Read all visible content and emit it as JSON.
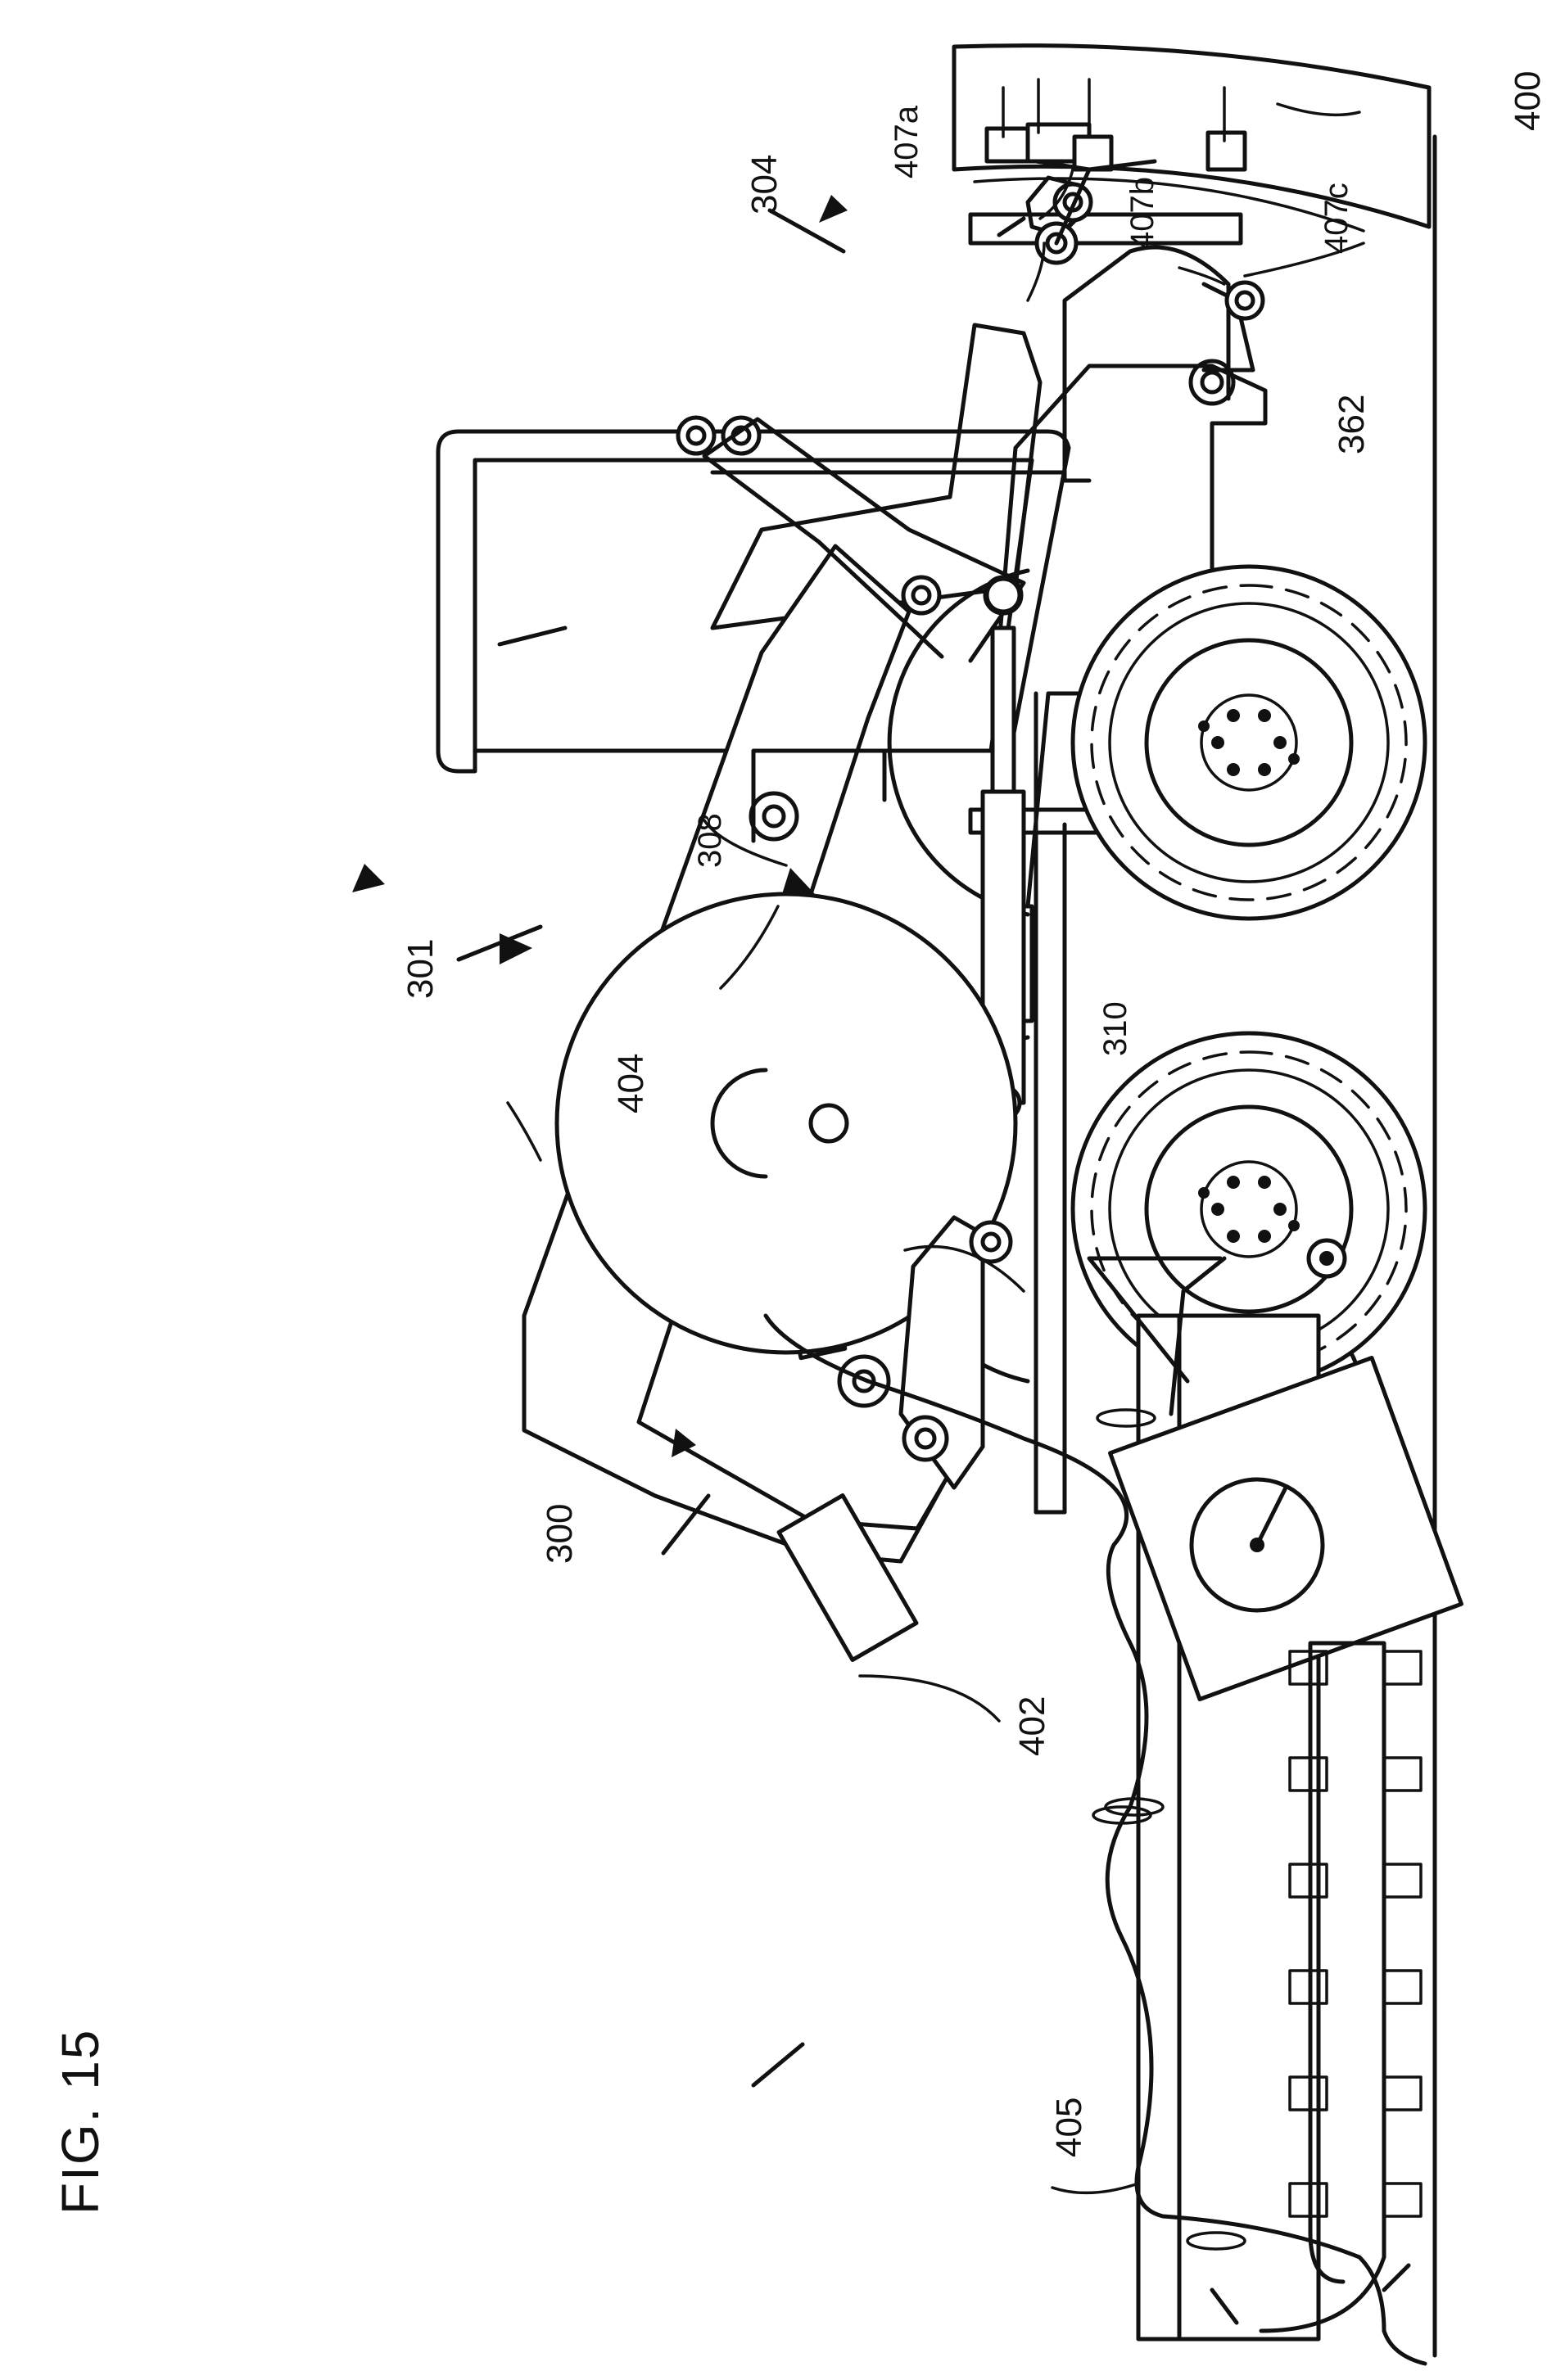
{
  "figure": {
    "title": "FIG. 15"
  },
  "labels": {
    "l300": "300",
    "l301": "301",
    "l304": "304",
    "l308": "308",
    "l310": "310",
    "l362": "362",
    "l400": "400",
    "l402": "402",
    "l404": "404",
    "l405": "405",
    "l407a": "407a",
    "l407b": "407b",
    "l407c": "407c"
  }
}
